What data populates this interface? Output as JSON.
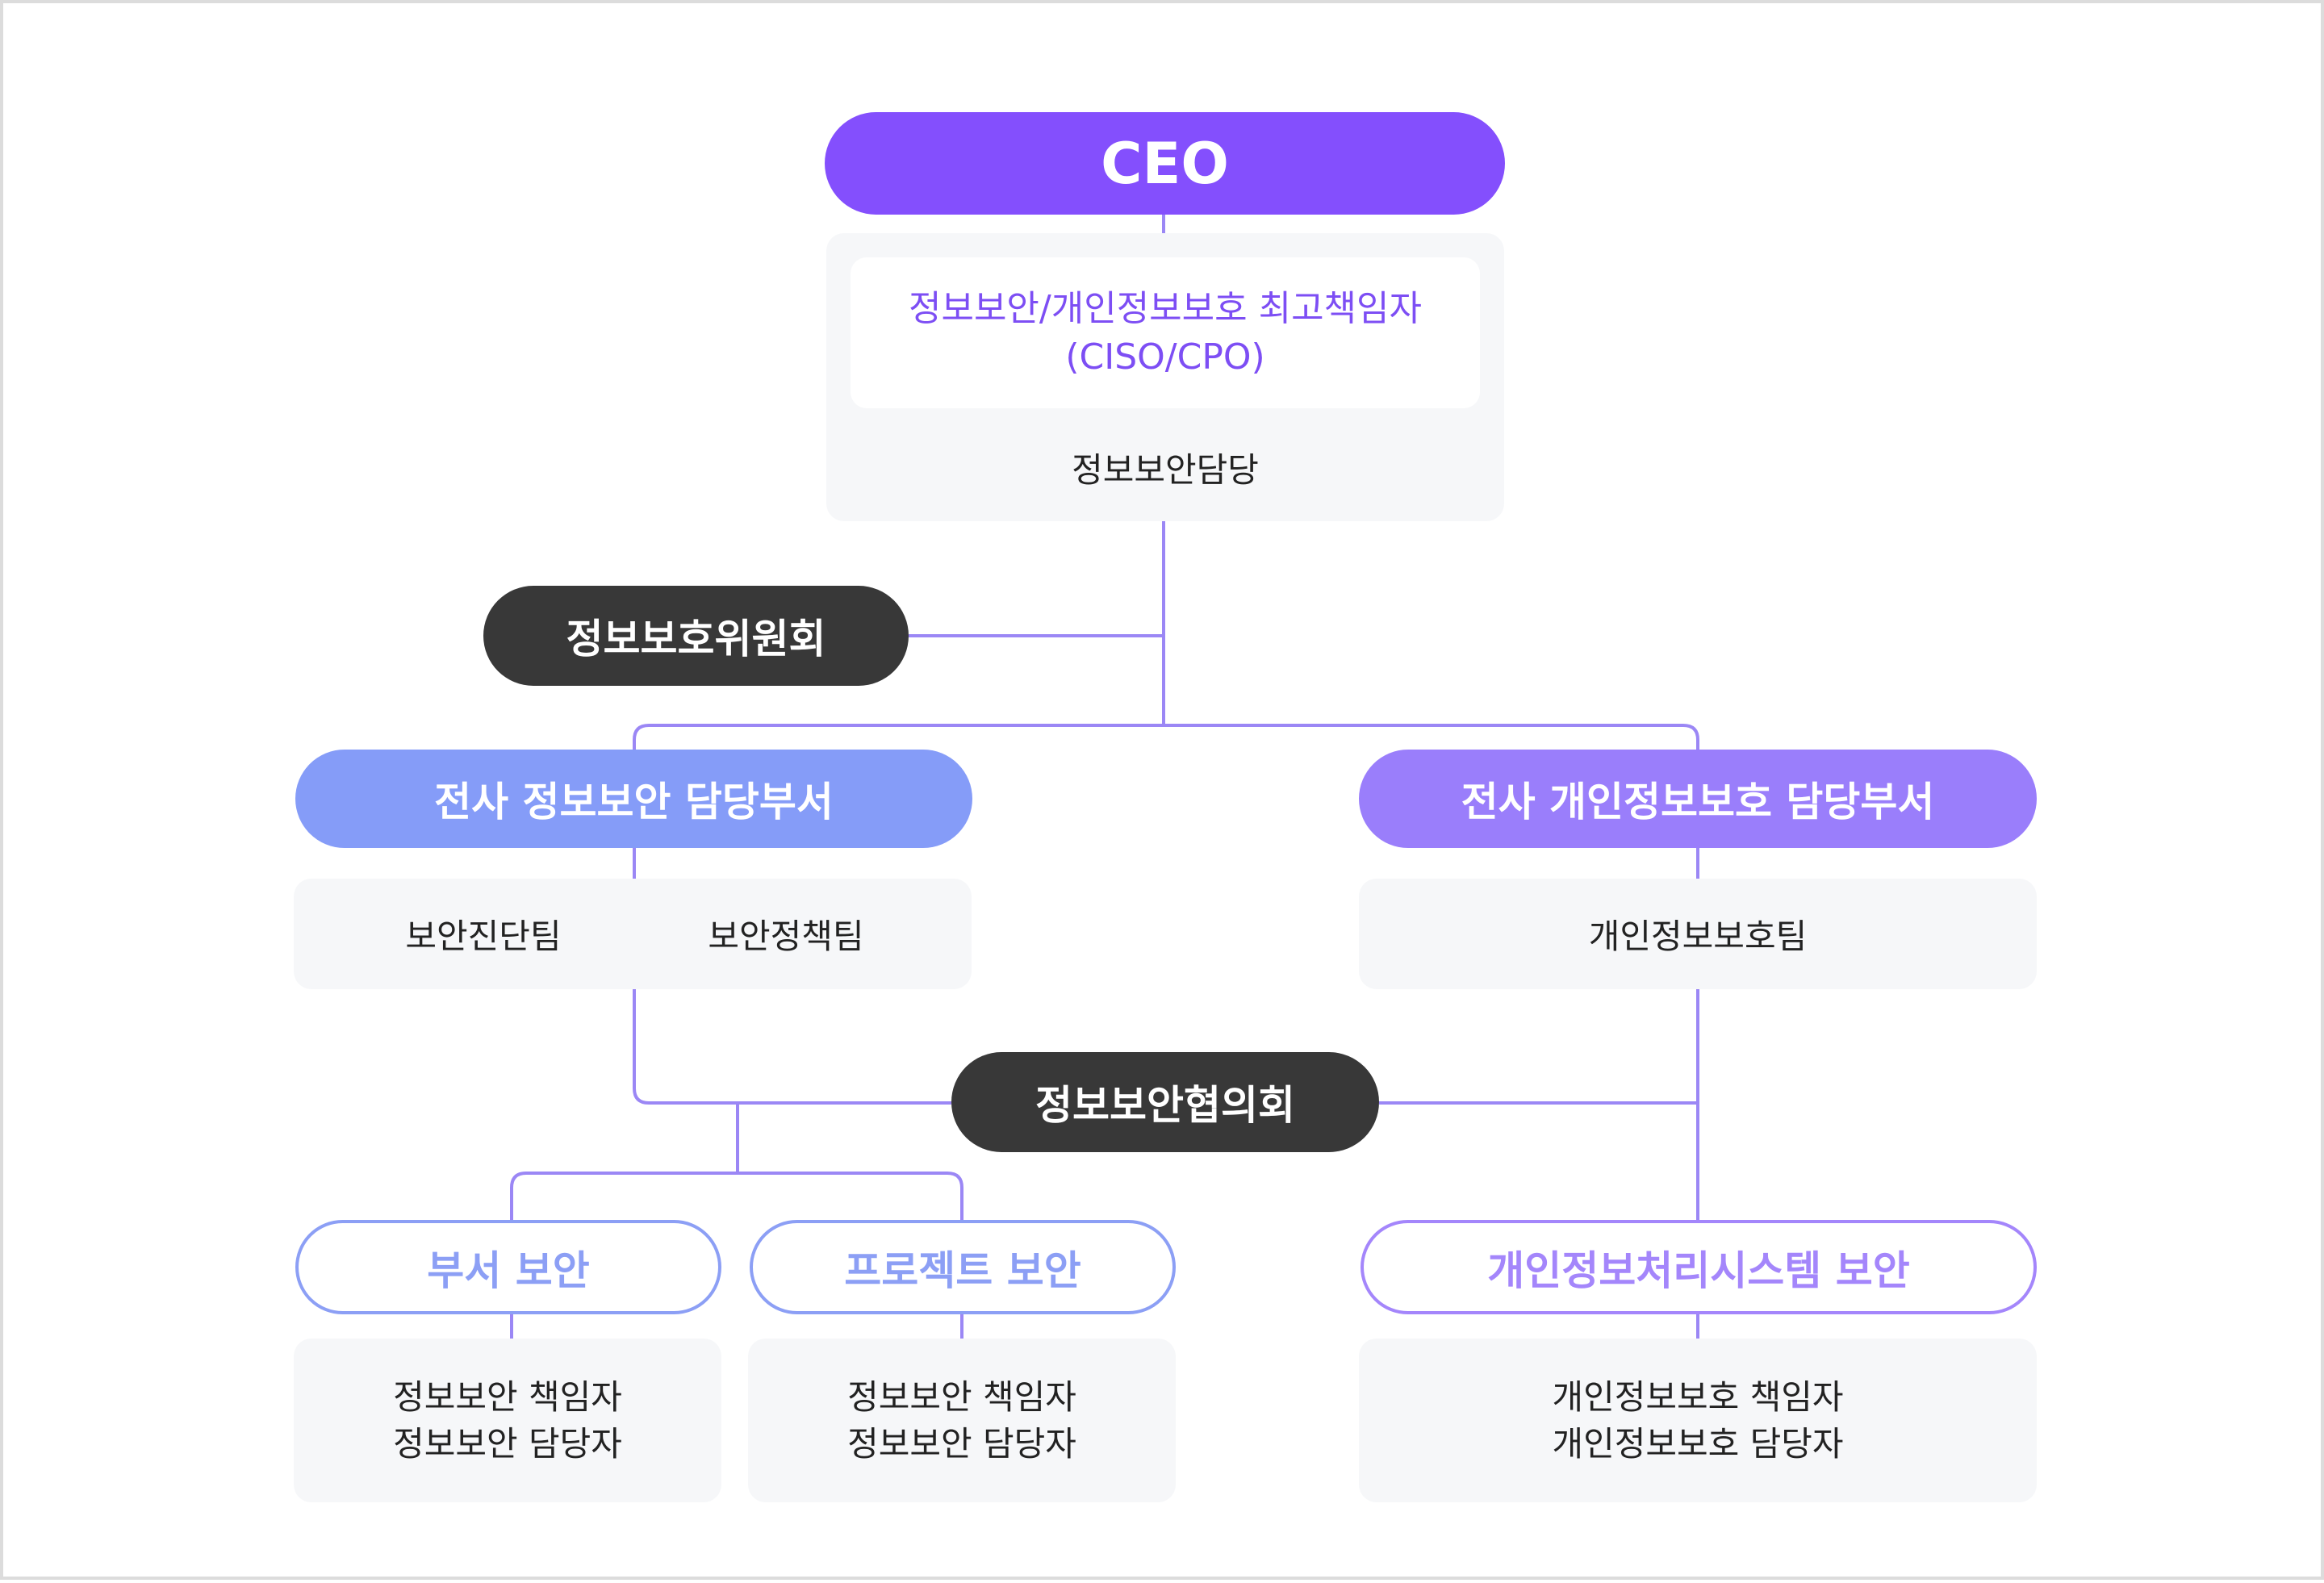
{
  "ceo": {
    "label": "CEO"
  },
  "ciso": {
    "title_line1": "정보보안/개인정보보호 최고책임자",
    "title_line2": "(CISO/CPO)",
    "role": "정보보안담당"
  },
  "committee": {
    "label": "정보보호위원회"
  },
  "security_dept": {
    "label": "전사 정보보안 담당부서",
    "teams": [
      "보안진단팀",
      "보안정책팀"
    ]
  },
  "privacy_dept": {
    "label": "전사 개인정보보호 담당부서",
    "teams": [
      "개인정보보호팀"
    ]
  },
  "council": {
    "label": "정보보안협의회"
  },
  "dept_security": {
    "label": "부서 보안",
    "roles": [
      "정보보안 책임자",
      "정보보안 담당자"
    ]
  },
  "project_security": {
    "label": "프로젝트 보안",
    "roles": [
      "정보보안 책임자",
      "정보보안 담당자"
    ]
  },
  "system_security": {
    "label": "개인정보처리시스템 보안",
    "roles": [
      "개인정보보호 책임자",
      "개인정보보호 담당자"
    ]
  },
  "colors": {
    "ceo": "#844ffd",
    "dark": "#383838",
    "security_dept": "#859cf8",
    "privacy_dept": "#9a7efb",
    "connector": "#9b87f5",
    "panel": "#f6f7f9"
  }
}
